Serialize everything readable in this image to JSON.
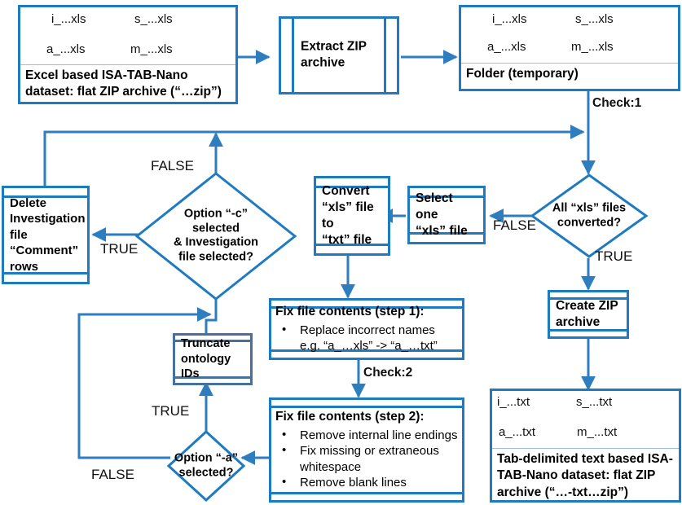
{
  "diagram": {
    "title": "ISA-TAB-Nano Excel to tab-delimited text conversion workflow",
    "colors": {
      "primary_blue": "#1F7BC1",
      "dark_blue": "#46719C",
      "text": "#000000",
      "background": "#FFFFFF"
    },
    "nodes": {
      "input_dataset": {
        "files": [
          "i_...xls",
          "s_...xls",
          "a_...xls",
          "m_...xls"
        ],
        "caption": "Excel based ISA-TAB-Nano dataset: flat ZIP archive (“…zip”)"
      },
      "extract_zip": {
        "label": "Extract ZIP archive"
      },
      "folder_temp": {
        "files": [
          "i_...xls",
          "s_...xls",
          "a_...xls",
          "m_...xls"
        ],
        "caption": "Folder (temporary)"
      },
      "all_converted": {
        "label_line1": "All “xls” files",
        "label_line2": "converted?"
      },
      "select_one": {
        "label_line1": "Select one",
        "label_line2": "“xls” file"
      },
      "convert": {
        "label_line1": "Convert",
        "label_line2": "“xls” file to",
        "label_line3": "“txt” file"
      },
      "create_zip": {
        "label_line1": "Create ZIP",
        "label_line2": "archive"
      },
      "output_dataset": {
        "files": [
          "i_...txt",
          "s_...txt",
          "a_...txt",
          "m_...txt"
        ],
        "caption": "Tab-delimited text based ISA-TAB-Nano dataset: flat ZIP archive (“…-txt…zip”)"
      },
      "fix_step1": {
        "title": "Fix file contents (step 1):",
        "bullets": [
          "Replace incorrect names"
        ],
        "sub": "e.g. “a_…xls” -> “a_…txt”"
      },
      "fix_step2": {
        "title": "Fix file contents (step 2):",
        "bullets": [
          "Remove internal line endings",
          "Fix missing or extraneous whitespace",
          "Remove blank lines"
        ]
      },
      "option_a": {
        "label_line1": "Option “-a”",
        "label_line2": "selected?"
      },
      "truncate": {
        "label_line1": "Truncate",
        "label_line2": "ontology",
        "label_line3": "IDs"
      },
      "option_c": {
        "label_line1": "Option “-c”",
        "label_line2": "selected",
        "label_line3": "& Investigation",
        "label_line4": "file selected?"
      },
      "delete_comment": {
        "label_line1": "Delete",
        "label_line2": "Investigation",
        "label_line3": "file",
        "label_line4": "“Comment”",
        "label_line5": "rows"
      }
    },
    "edge_labels": {
      "check1": "Check:1",
      "check2": "Check:2",
      "false_converted": "FALSE",
      "true_converted": "TRUE",
      "false_option_c": "FALSE",
      "true_option_c": "TRUE",
      "false_option_a": "FALSE",
      "true_option_a": "TRUE"
    }
  }
}
